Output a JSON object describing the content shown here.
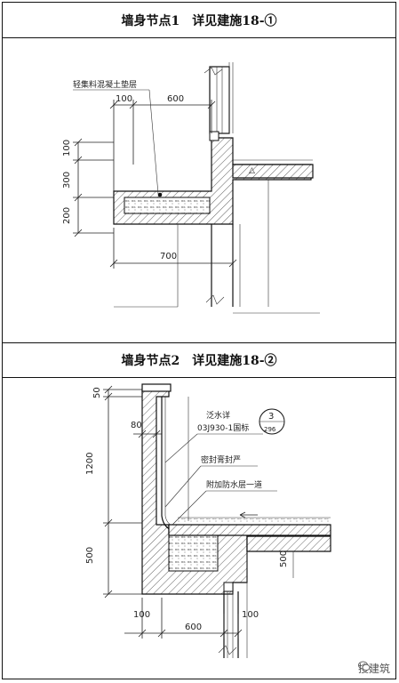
{
  "panel1": {
    "title": "墙身节点1　详见建施18-①",
    "layer_label": "轻集料混凝土垫层",
    "dim_top_left": "100",
    "dim_top_right": "600",
    "dim_v1": "100",
    "dim_v2": "300",
    "dim_v3": "200",
    "dim_bottom": "700"
  },
  "panel2": {
    "title": "墙身节点2　详见建施18-②",
    "dim_v_top": "50",
    "dim_80": "80",
    "dim_v_1200": "1200",
    "dim_v_500": "500",
    "dim_500_right": "500",
    "label_drain": "泛水详",
    "label_std": "03J930-1国标",
    "label_seal": "密封膏封严",
    "label_waterproof": "附加防水层一道",
    "ref_num": "3",
    "ref_page": "296",
    "dim_bottom_left": "100",
    "dim_bottom_right": "100",
    "dim_bottom_600": "600"
  },
  "watermark": {
    "text": "搜建筑"
  }
}
